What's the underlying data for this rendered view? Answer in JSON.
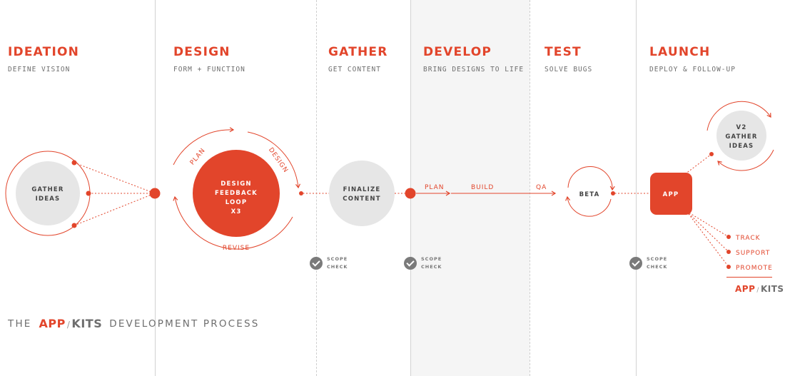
{
  "stages": [
    {
      "title": "IDEATION",
      "subtitle": "DEFINE VISION"
    },
    {
      "title": "DESIGN",
      "subtitle": "FORM + FUNCTION"
    },
    {
      "title": "GATHER",
      "subtitle": "GET CONTENT"
    },
    {
      "title": "DEVELOP",
      "subtitle": "BRING DESIGNS TO LIFE"
    },
    {
      "title": "TEST",
      "subtitle": "SOLVE BUGS"
    },
    {
      "title": "LAUNCH",
      "subtitle": "DEPLOY & FOLLOW-UP"
    }
  ],
  "nodes": {
    "gather_ideas": [
      "GATHER",
      "IDEAS"
    ],
    "design_loop": [
      "DESIGN",
      "FEEDBACK",
      "LOOP",
      "X3"
    ],
    "finalize": [
      "FINALIZE",
      "CONTENT"
    ],
    "beta": "BETA",
    "app": "APP",
    "v2": [
      "V2",
      "GATHER",
      "IDEAS"
    ]
  },
  "loop_labels": {
    "plan": "PLAN",
    "design": "DESIGN",
    "revise": "REVISE"
  },
  "flow_labels": {
    "plan": "PLAN",
    "build": "BUILD",
    "qa": "QA"
  },
  "launch_items": [
    "TRACK",
    "SUPPORT",
    "PROMOTE"
  ],
  "scope_check": {
    "line1": "SCOPE",
    "line2": "CHECK"
  },
  "footer": {
    "prefix": "THE",
    "suffix": "DEVELOPMENT PROCESS"
  },
  "brand": {
    "app": "APP",
    "slash": "/",
    "kits": "KITS"
  },
  "colors": {
    "accent": "#e2452b",
    "node_gray": "#e6e6e6",
    "text_gray": "#6e6e6e",
    "badge_gray": "#7a7a7a"
  }
}
